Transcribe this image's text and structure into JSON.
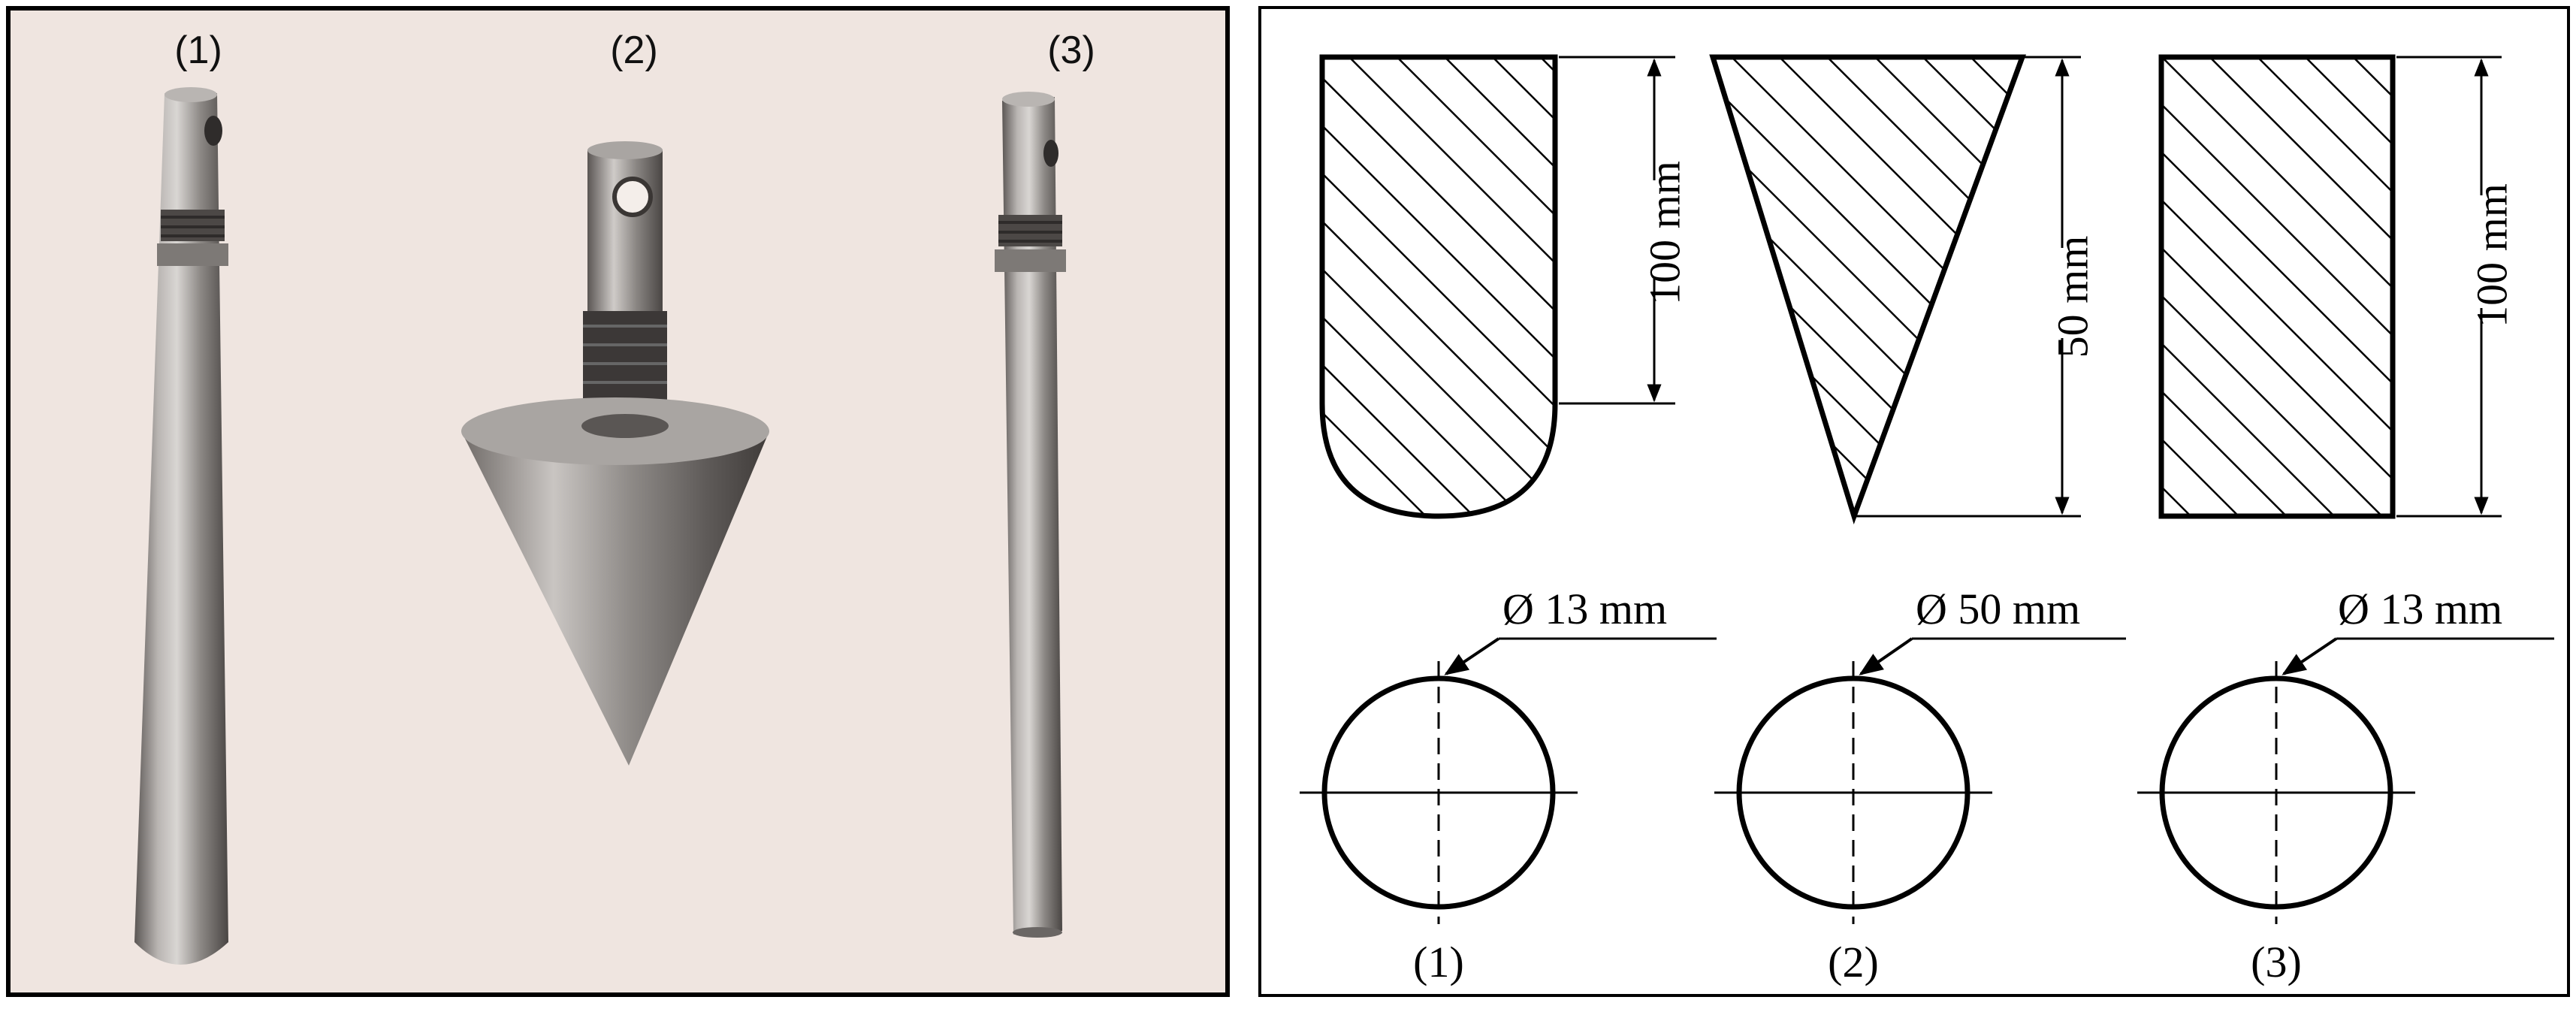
{
  "photo": {
    "labels": [
      "(1)",
      "(2)",
      "(3)"
    ]
  },
  "drawing": {
    "dims": {
      "tool1_length": "100 mm",
      "tool2_length": "50 mm",
      "tool3_length": "100 mm"
    },
    "diameters": {
      "tool1": "Ø 13 mm",
      "tool2": "Ø 50 mm",
      "tool3": "Ø 13 mm"
    },
    "labels": [
      "(1)",
      "(2)",
      "(3)"
    ]
  },
  "colors": {
    "photo_background": "#efe5e0",
    "steel": "#9a9795",
    "line": "#000000"
  }
}
